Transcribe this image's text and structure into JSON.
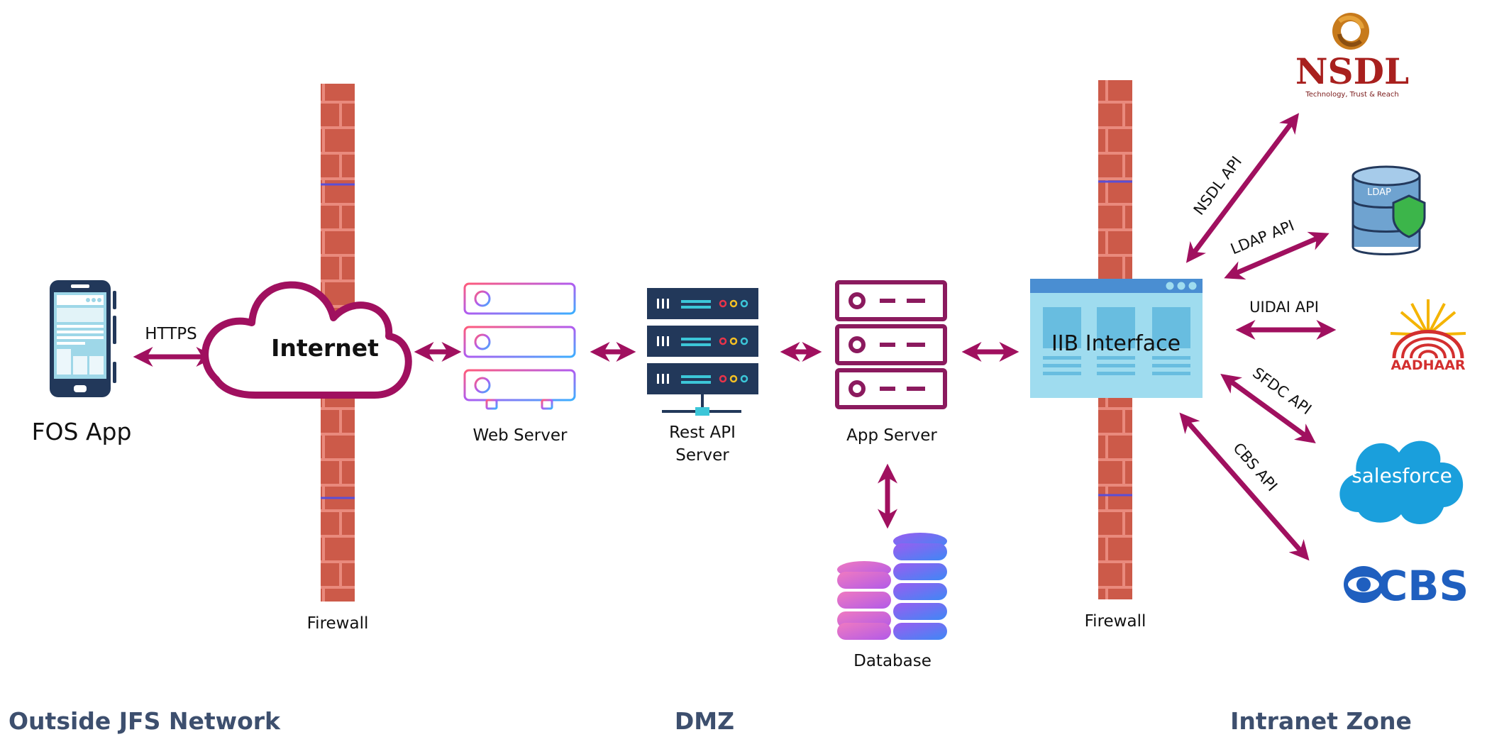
{
  "nodes": {
    "fos_app": "FOS App",
    "internet": "Internet",
    "web_server": "Web Server",
    "rest_api_line1": "Rest API",
    "rest_api_line2": "Server",
    "app_server": "App Server",
    "database": "Database",
    "iib_interface": "IIB Interface",
    "firewall_left": "Firewall",
    "firewall_right": "Firewall"
  },
  "connections": {
    "https": "HTTPS",
    "nsdl_api": "NSDL API",
    "ldap_api": "LDAP API",
    "uidai_api": "UIDAI API",
    "sfdc_api": "SFDC API",
    "cbs_api": "CBS API"
  },
  "zones": {
    "outside": "Outside JFS Network",
    "dmz": "DMZ",
    "intranet": "Intranet Zone"
  },
  "logos": {
    "nsdl": "NSDL",
    "nsdl_tagline": "Technology, Trust & Reach",
    "ldap": "LDAP",
    "aadhaar": "AADHAAR",
    "salesforce": "salesforce",
    "cbs": "CBS"
  },
  "colors": {
    "arrow": "#a0105f",
    "cloud": "#a0105f",
    "brick": "#cf5f4f",
    "mortar": "#e8857a",
    "server_navy": "#253a5c",
    "iib_blue": "#9fdcef",
    "zone_text": "#3d4f6e"
  }
}
